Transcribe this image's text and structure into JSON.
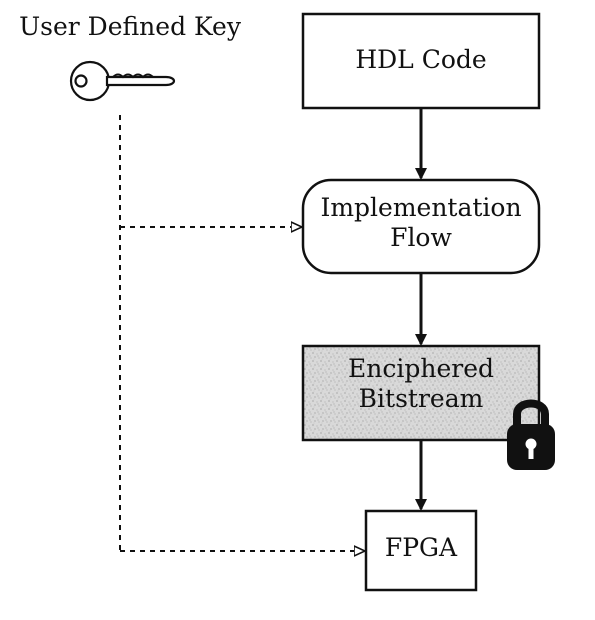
{
  "key": {
    "title": "User Defined Key"
  },
  "nodes": {
    "hdl_code": "HDL Code",
    "implementation": [
      "Implementation",
      "Flow"
    ],
    "bitstream": [
      "Enciphered",
      "Bitstream"
    ],
    "fpga": "FPGA"
  },
  "icons": {
    "key": "key-icon",
    "lock": "lock-icon"
  },
  "colors": {
    "stroke": "#111111",
    "background": "#ffffff",
    "bitstream_fill": "#d9d9d9"
  }
}
